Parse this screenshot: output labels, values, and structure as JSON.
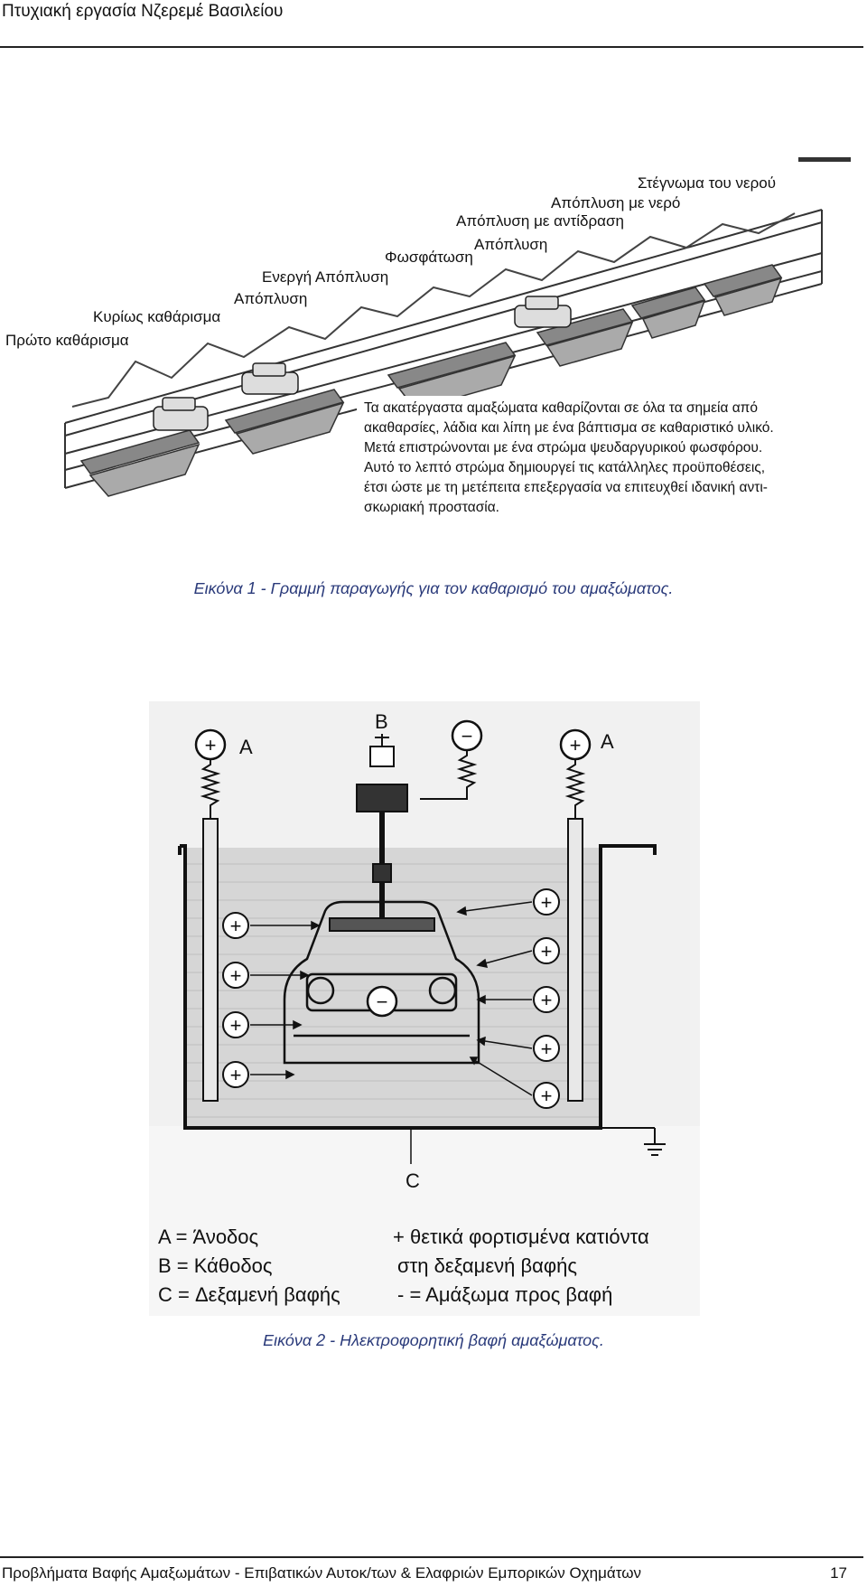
{
  "header": {
    "title": "Πτυχιακή εργασία Νζερεμέ Βασιλείου"
  },
  "figure1": {
    "stages": [
      "Στέγνωμα του νερού",
      "Απόπλυση με νερό",
      "Απόπλυση με αντίδραση",
      "Απόπλυση",
      "Φωσφάτωση",
      "Ενεργή Απόπλυση",
      "Απόπλυση",
      "Κυρίως καθάρισμα",
      "Πρώτο καθάρισμα"
    ],
    "description": [
      "Τα ακατέργαστα αμαξώματα καθαρίζονται σε όλα τα σημεία από",
      "ακαθαρσίες, λάδια και λίπη με ένα βάπτισμα σε καθαριστικό υλικό.",
      "Μετά επιστρώνονται με ένα στρώμα ψευδαργυρικού φωσφόρου.",
      "Αυτό το λεπτό στρώμα δημιουργεί τις κατάλληλες προϋποθέσεις,",
      "έτσι ώστε με τη μετέπειτα επεξεργασία να επιτευχθεί ιδανική αντι-",
      "σκωριακή προστασία."
    ],
    "caption": "Εικόνα 1 - Γραμμή παραγωγής για τον καθαρισμό του αμαξώματος."
  },
  "figure2": {
    "label_a_left": "A",
    "label_b": "B",
    "label_a_right": "A",
    "label_c": "C",
    "plus_sign": "+",
    "minus_sign": "−",
    "legend_left": [
      "A = Άνοδος",
      "B = Κάθοδος",
      "C = Δεξαμενή βαφής"
    ],
    "legend_right": [
      "+ θετικά φορτισμένα κατιόντα",
      "στη δεξαμενή βαφής",
      "- = Αμάξωμα προς βαφή"
    ],
    "caption": "Εικόνα 2 - Ηλεκτροφορητική βαφή αμαξώματος."
  },
  "footer": {
    "text": "Προβλήματα Βαφής Αμαξωμάτων - Επιβατικών Αυτοκ/των & Ελαφριών Εμπορικών Οχημάτων",
    "page_number": "17"
  }
}
